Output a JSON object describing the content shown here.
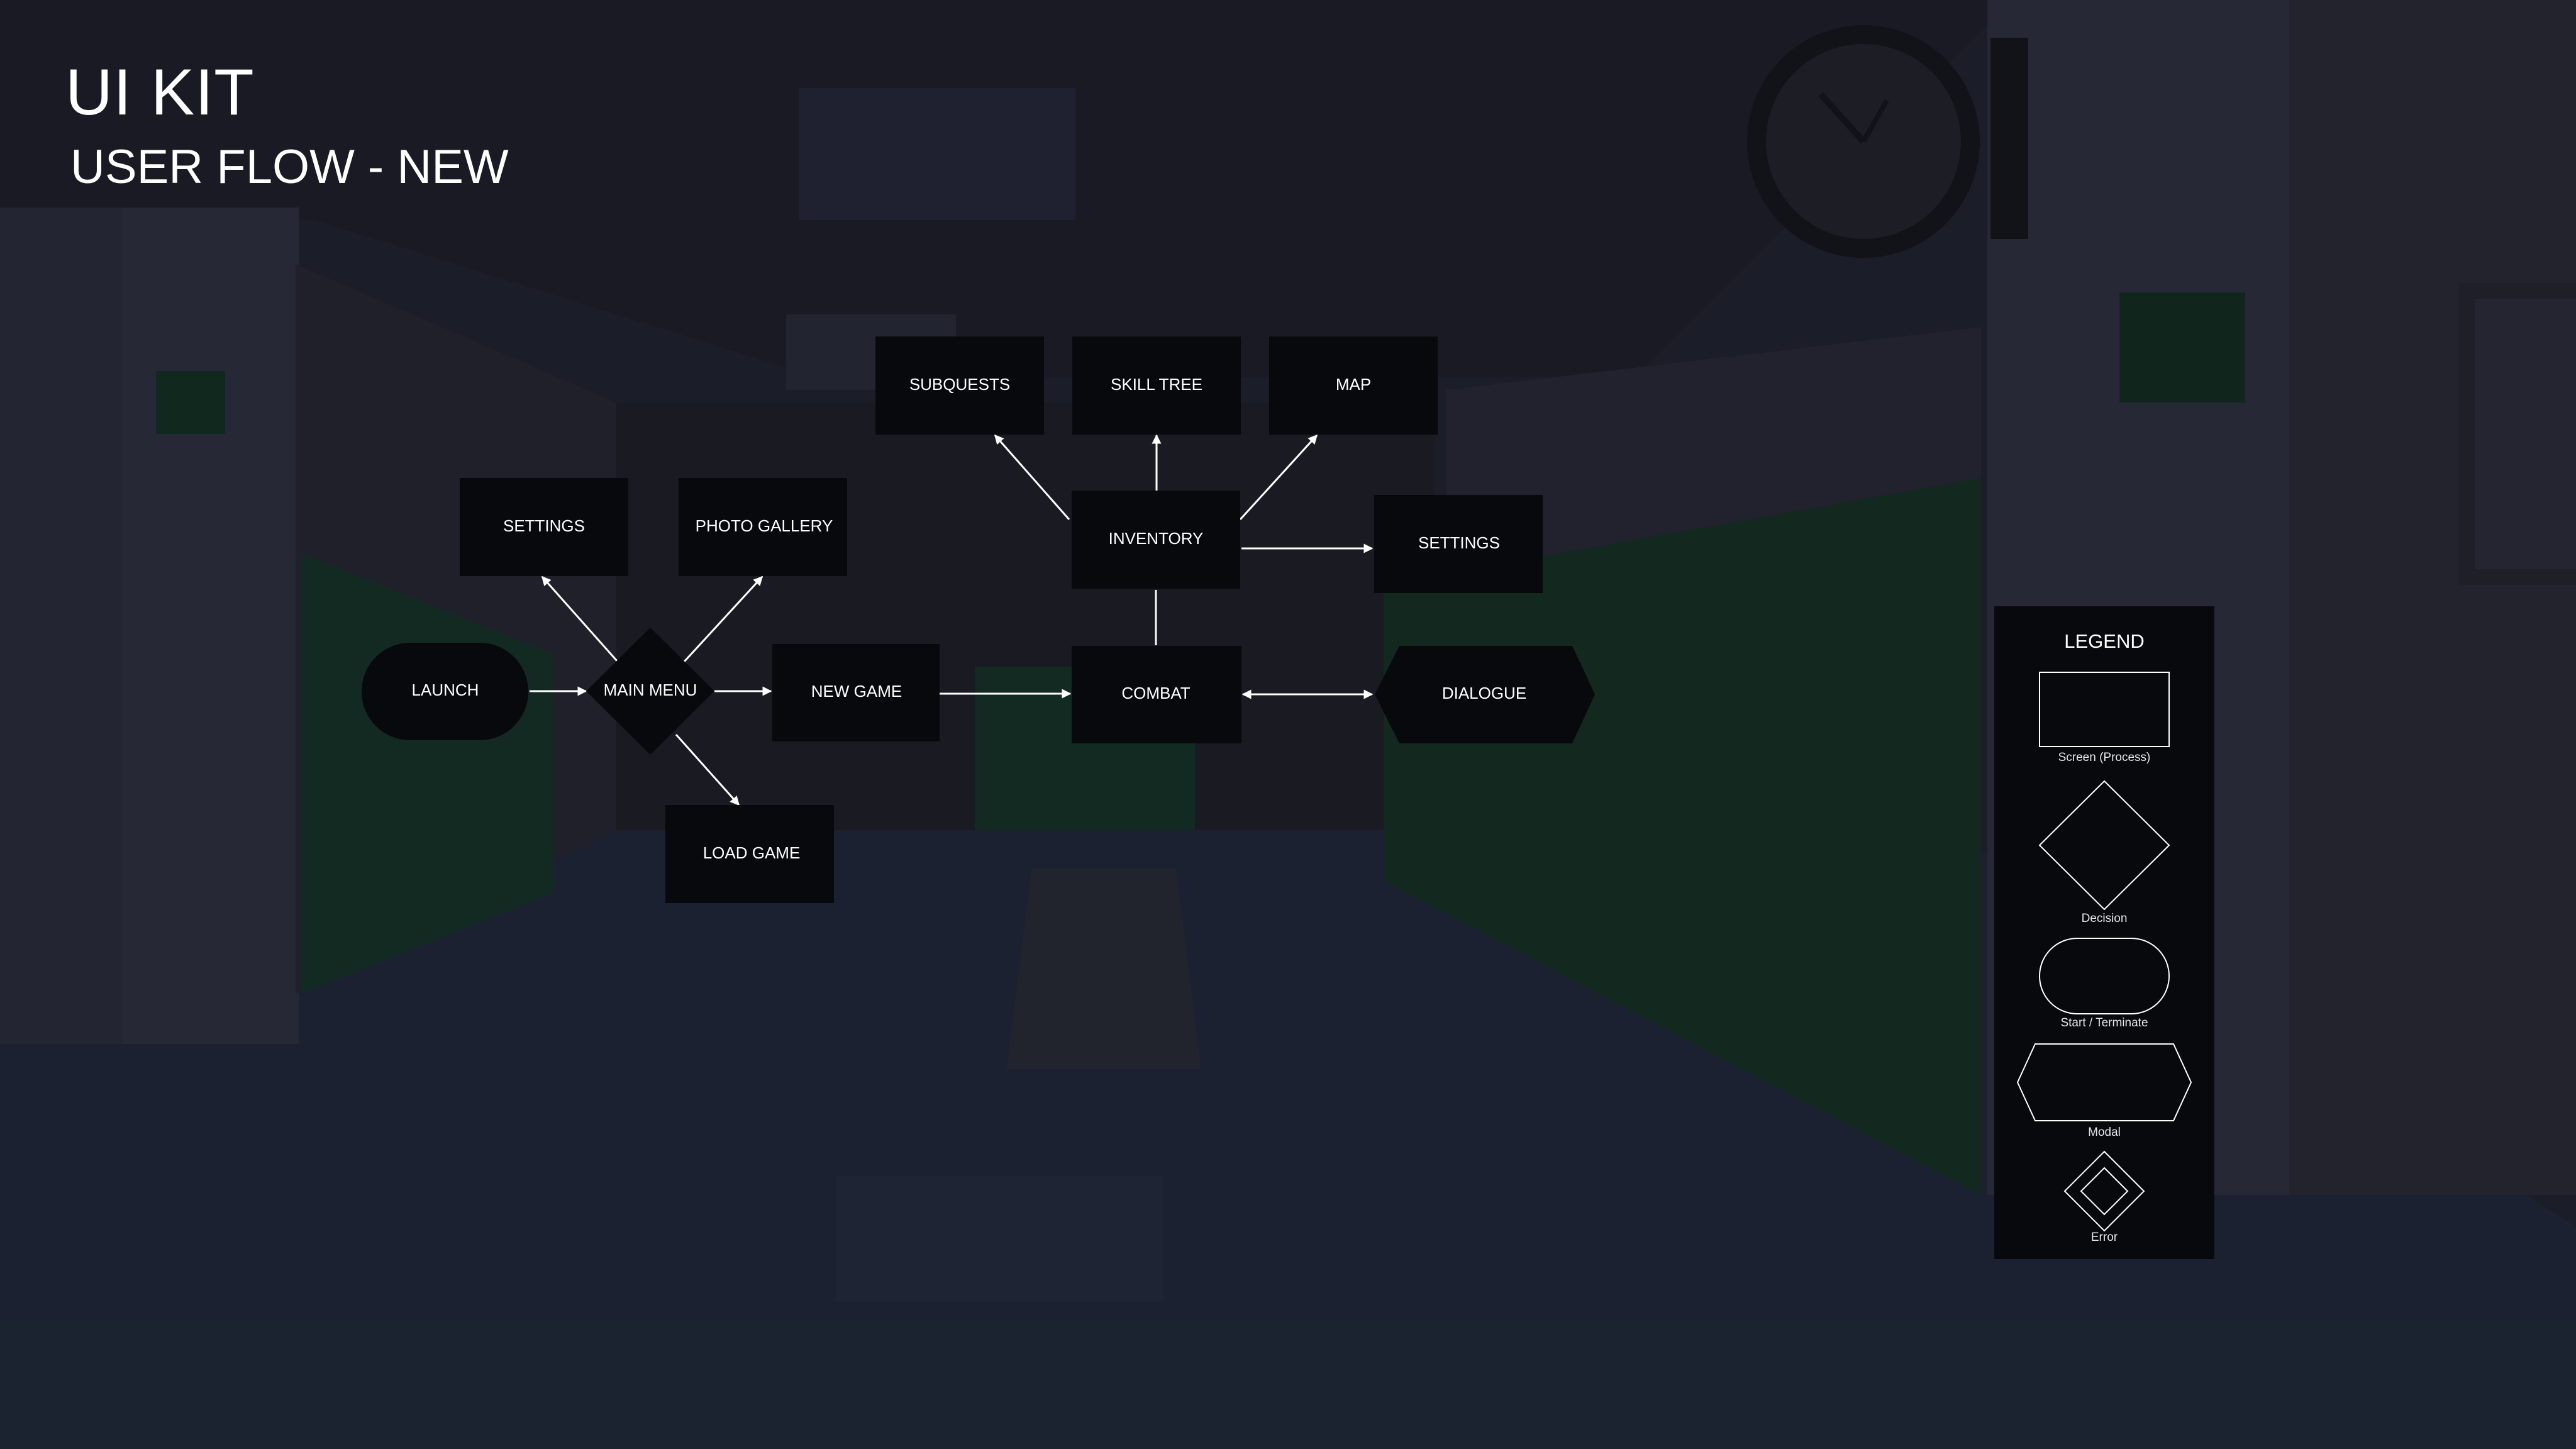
{
  "header": {
    "title": "UI KIT",
    "subtitle": "USER FLOW - NEW"
  },
  "nodes": {
    "launch": "LAUNCH",
    "main_menu": "MAIN MENU",
    "settings_left": "SETTINGS",
    "photo_gallery": "PHOTO GALLERY",
    "new_game": "NEW GAME",
    "load_game": "LOAD GAME",
    "combat": "COMBAT",
    "inventory": "INVENTORY",
    "subquests": "SUBQUESTS",
    "skill_tree": "SKILL TREE",
    "map": "MAP",
    "settings_right": "SETTINGS",
    "dialogue": "DIALOGUE"
  },
  "legend": {
    "title": "LEGEND",
    "items": [
      {
        "shape": "rectangle",
        "label": "Screen (Process)"
      },
      {
        "shape": "diamond",
        "label": "Decision"
      },
      {
        "shape": "stadium",
        "label": "Start / Terminate"
      },
      {
        "shape": "hexagon",
        "label": "Modal"
      },
      {
        "shape": "double-diamond",
        "label": "Error"
      }
    ]
  },
  "colors": {
    "background": "#1a1c26",
    "node_fill": "#08090d",
    "line": "#ffffff"
  }
}
